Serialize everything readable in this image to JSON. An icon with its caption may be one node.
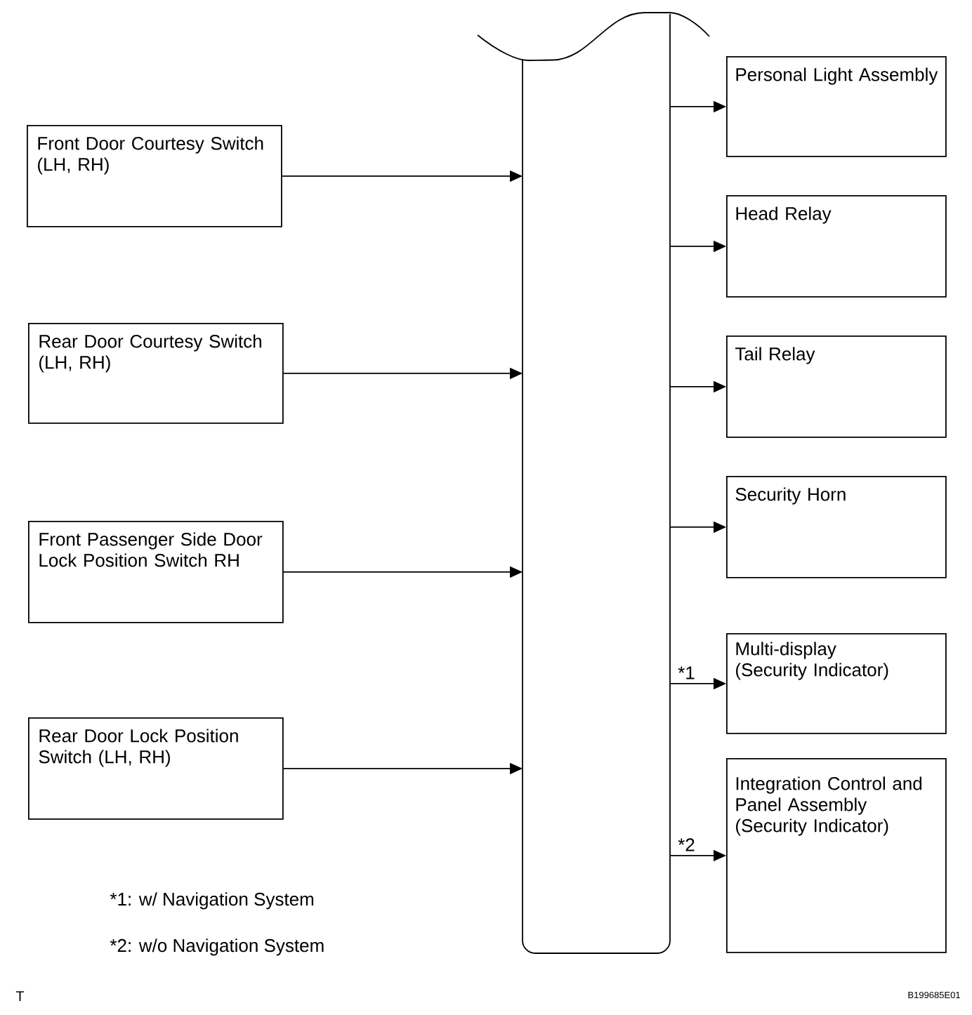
{
  "diagram": {
    "nodes": [
      {
        "text": [
          "Front Door Courtesy Switch (LH, RH)"
        ]
      },
      {
        "text": [
          "Rear Door Courtesy Switch (LH, RH)"
        ]
      },
      {
        "text": [
          "Front Passenger Side Door Lock Position Switch RH"
        ]
      },
      {
        "text": [
          "Rear Door Lock Position Switch (LH, RH)"
        ]
      },
      {
        "text": [],
        "shape": "bar"
      },
      {
        "text": [
          "Personal Light Assembly"
        ]
      },
      {
        "text": [
          "Head Relay"
        ]
      },
      {
        "text": [
          "Tail Relay"
        ]
      },
      {
        "text": [
          "Security Horn"
        ]
      },
      {
        "text": [
          "Multi-display",
          "(Security Indicator)"
        ]
      },
      {
        "text": [
          "Integration Control and Panel Assembly",
          "(Security Indicator)"
        ]
      }
    ],
    "edges": [
      {
        "from": 0,
        "to": 4,
        "arrow": "to"
      },
      {
        "from": 1,
        "to": 4,
        "arrow": "to"
      },
      {
        "from": 2,
        "to": 4,
        "arrow": "to"
      },
      {
        "from": 3,
        "to": 4,
        "arrow": "to"
      },
      {
        "from": 4,
        "to": 5,
        "arrow": "to"
      },
      {
        "from": 4,
        "to": 6,
        "arrow": "to"
      },
      {
        "from": 4,
        "to": 7,
        "arrow": "to"
      },
      {
        "from": 4,
        "to": 8,
        "arrow": "to"
      },
      {
        "from": 4,
        "to": 9,
        "arrow": "to",
        "label": "*1"
      },
      {
        "from": 4,
        "to": 10,
        "arrow": "to",
        "label": "*2"
      }
    ],
    "labels": [
      "*1: w/ Navigation System",
      "*2: w/o Navigation System",
      "T",
      "B199685E01"
    ]
  }
}
